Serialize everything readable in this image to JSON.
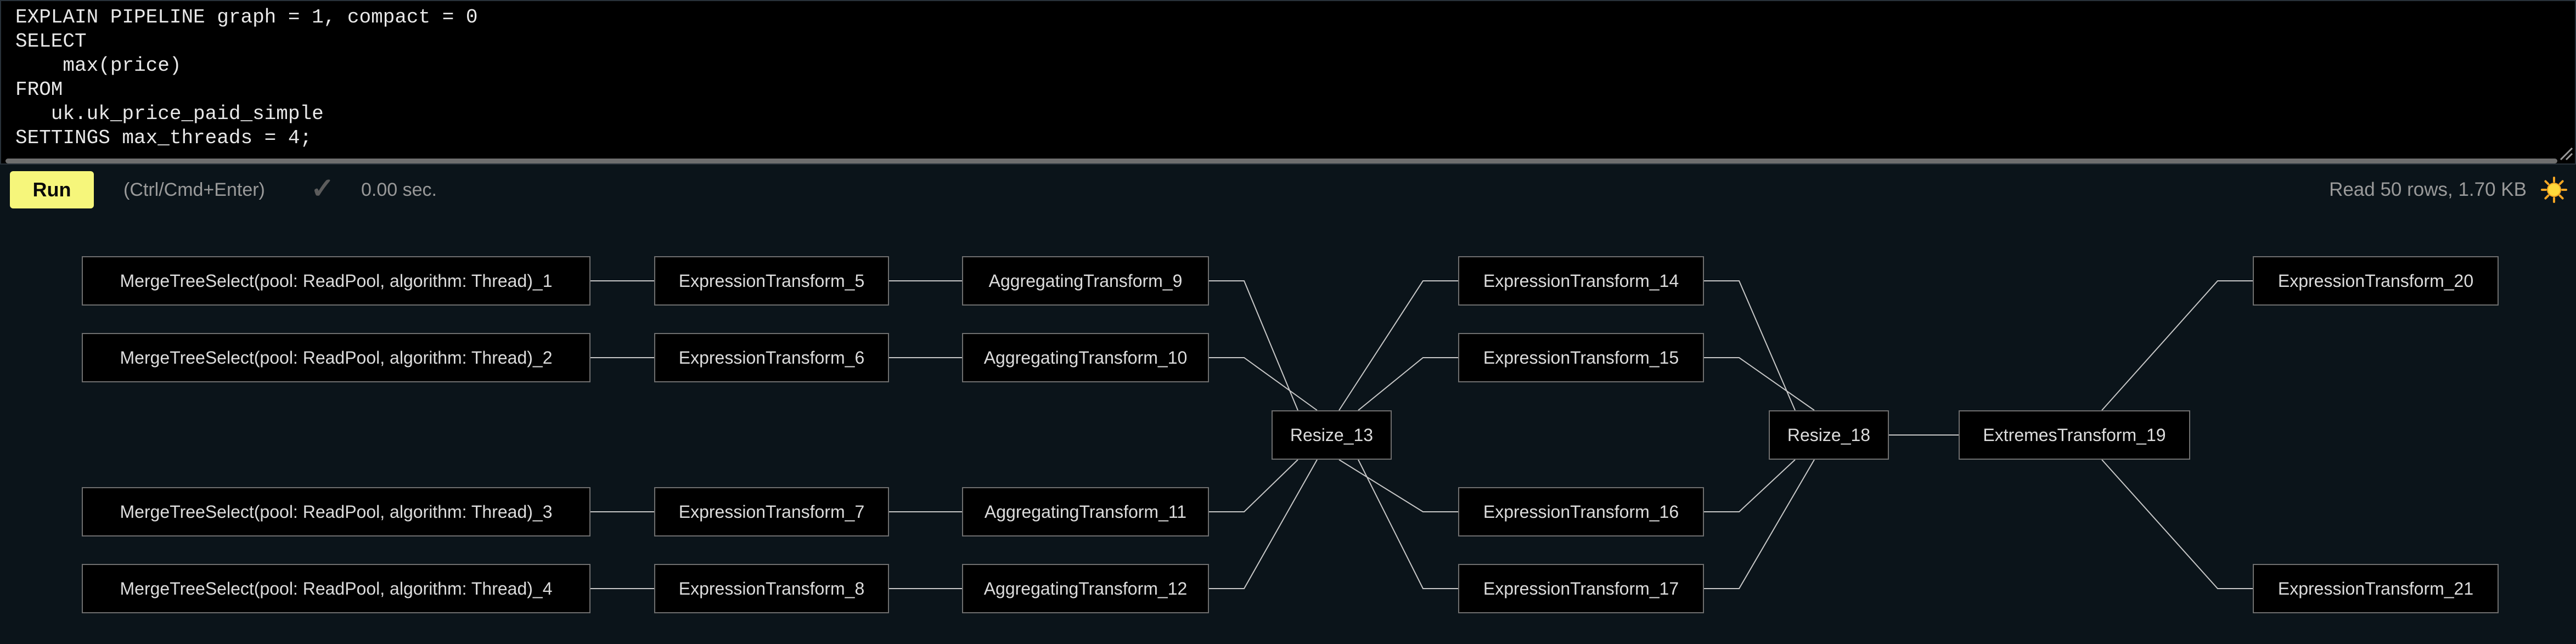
{
  "editor": {
    "code_lines": [
      "EXPLAIN PIPELINE graph = 1, compact = 0",
      "SELECT",
      "    max(price)",
      "FROM",
      "   uk.uk_price_paid_simple",
      "SETTINGS max_threads = 4;"
    ]
  },
  "toolbar": {
    "run_label": "Run",
    "shortcut_hint": "(Ctrl/Cmd+Enter)",
    "check_icon": "✓",
    "elapsed": "0.00 sec.",
    "read_stats": "Read 50 rows, 1.70 KB",
    "theme_icon": "sun-icon"
  },
  "colors": {
    "page_background": "#0b141a",
    "editor_background": "#000000",
    "run_button": "#f6f67b",
    "muted_text": "#9a9a9a",
    "node_border": "#6f6f6f",
    "node_text": "#dcdcdc",
    "edge": "#c8c8c8",
    "sun_core": "#ffd93b",
    "sun_rays": "#f5a623"
  },
  "pipeline_graph": {
    "nodes": [
      {
        "id": "n1",
        "label": "MergeTreeSelect(pool: ReadPool, algorithm: Thread)_1",
        "col": "source",
        "row": "r1"
      },
      {
        "id": "n2",
        "label": "MergeTreeSelect(pool: ReadPool, algorithm: Thread)_2",
        "col": "source",
        "row": "r2"
      },
      {
        "id": "n3",
        "label": "MergeTreeSelect(pool: ReadPool, algorithm: Thread)_3",
        "col": "source",
        "row": "r3"
      },
      {
        "id": "n4",
        "label": "MergeTreeSelect(pool: ReadPool, algorithm: Thread)_4",
        "col": "source",
        "row": "r4"
      },
      {
        "id": "n5",
        "label": "ExpressionTransform_5",
        "col": "expr1",
        "row": "r1"
      },
      {
        "id": "n6",
        "label": "ExpressionTransform_6",
        "col": "expr1",
        "row": "r2"
      },
      {
        "id": "n7",
        "label": "ExpressionTransform_7",
        "col": "expr1",
        "row": "r3"
      },
      {
        "id": "n8",
        "label": "ExpressionTransform_8",
        "col": "expr1",
        "row": "r4"
      },
      {
        "id": "n9",
        "label": "AggregatingTransform_9",
        "col": "agg",
        "row": "r1"
      },
      {
        "id": "n10",
        "label": "AggregatingTransform_10",
        "col": "agg",
        "row": "r2"
      },
      {
        "id": "n11",
        "label": "AggregatingTransform_11",
        "col": "agg",
        "row": "r3"
      },
      {
        "id": "n12",
        "label": "AggregatingTransform_12",
        "col": "agg",
        "row": "r4"
      },
      {
        "id": "n13",
        "label": "Resize_13",
        "col": "resize1",
        "row": "mid"
      },
      {
        "id": "n14",
        "label": "ExpressionTransform_14",
        "col": "expr2",
        "row": "r1"
      },
      {
        "id": "n15",
        "label": "ExpressionTransform_15",
        "col": "expr2",
        "row": "r2"
      },
      {
        "id": "n16",
        "label": "ExpressionTransform_16",
        "col": "expr2",
        "row": "r3"
      },
      {
        "id": "n17",
        "label": "ExpressionTransform_17",
        "col": "expr2",
        "row": "r4"
      },
      {
        "id": "n18",
        "label": "Resize_18",
        "col": "resize2",
        "row": "mid"
      },
      {
        "id": "n19",
        "label": "ExtremesTransform_19",
        "col": "extremes",
        "row": "mid"
      },
      {
        "id": "n20",
        "label": "ExpressionTransform_20",
        "col": "expr3",
        "row": "r1"
      },
      {
        "id": "n21",
        "label": "ExpressionTransform_21",
        "col": "expr3",
        "row": "r4"
      }
    ],
    "edges": [
      [
        "n1",
        "n5"
      ],
      [
        "n2",
        "n6"
      ],
      [
        "n3",
        "n7"
      ],
      [
        "n4",
        "n8"
      ],
      [
        "n5",
        "n9"
      ],
      [
        "n6",
        "n10"
      ],
      [
        "n7",
        "n11"
      ],
      [
        "n8",
        "n12"
      ],
      [
        "n9",
        "n13"
      ],
      [
        "n10",
        "n13"
      ],
      [
        "n11",
        "n13"
      ],
      [
        "n12",
        "n13"
      ],
      [
        "n13",
        "n14"
      ],
      [
        "n13",
        "n15"
      ],
      [
        "n13",
        "n16"
      ],
      [
        "n13",
        "n17"
      ],
      [
        "n14",
        "n18"
      ],
      [
        "n15",
        "n18"
      ],
      [
        "n16",
        "n18"
      ],
      [
        "n17",
        "n18"
      ],
      [
        "n18",
        "n19"
      ],
      [
        "n19",
        "n20"
      ],
      [
        "n19",
        "n21"
      ]
    ]
  }
}
